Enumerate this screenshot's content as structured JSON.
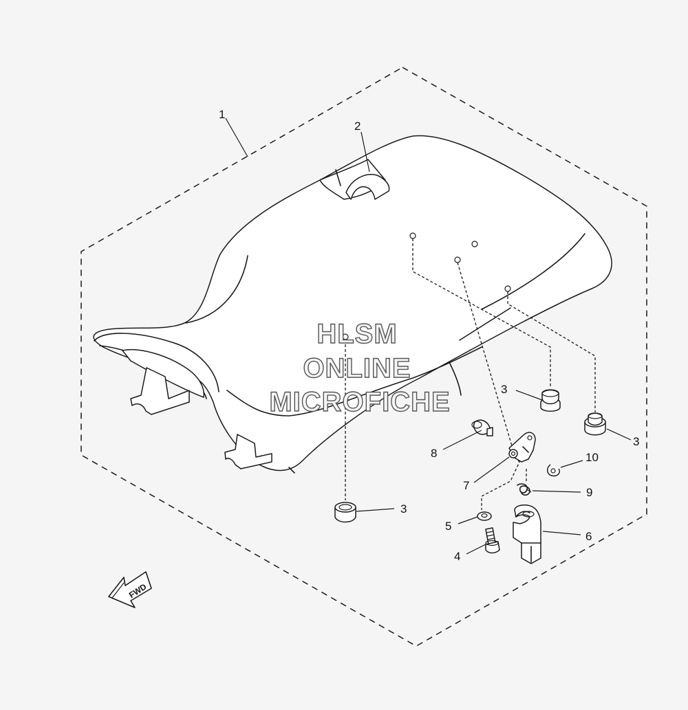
{
  "watermark": {
    "line1": "HLSM",
    "line2": "ONLINE",
    "line3": "MICROFICHE"
  },
  "direction_arrow": {
    "label": "FWD",
    "icon": "fwd-arrow-icon"
  },
  "callouts": [
    {
      "id": "callout-1",
      "number": "1"
    },
    {
      "id": "callout-2",
      "number": "2"
    },
    {
      "id": "callout-3a",
      "number": "3"
    },
    {
      "id": "callout-3b",
      "number": "3"
    },
    {
      "id": "callout-3c",
      "number": "3"
    },
    {
      "id": "callout-4",
      "number": "4"
    },
    {
      "id": "callout-5",
      "number": "5"
    },
    {
      "id": "callout-6",
      "number": "6"
    },
    {
      "id": "callout-7",
      "number": "7"
    },
    {
      "id": "callout-8",
      "number": "8"
    },
    {
      "id": "callout-9",
      "number": "9"
    },
    {
      "id": "callout-10",
      "number": "10"
    }
  ]
}
